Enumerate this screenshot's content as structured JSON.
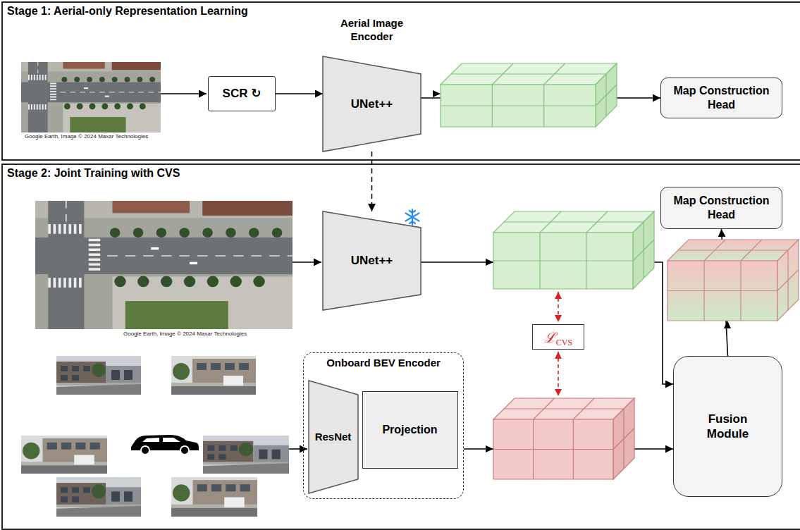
{
  "diagram": {
    "nodes": [
      {
        "text": [
          "Stage 1: Aerial-only Representation Learning"
        ]
      },
      {
        "text": [
          "SCR ↻"
        ],
        "in": 0
      },
      {
        "text": [
          "Aerial Image Encoder",
          "UNet++"
        ],
        "in": 0
      },
      {
        "text": [
          "Map Construction Head"
        ],
        "in": 0
      },
      {
        "text": [
          "Stage 2: Joint Training with CVS"
        ]
      },
      {
        "text": [
          "UNet++"
        ],
        "in": 4
      },
      {
        "text": [
          "ℒ",
          "CVS"
        ],
        "in": 4
      },
      {
        "text": [
          "Onboard BEV Encoder"
        ],
        "in": 4
      },
      {
        "text": [
          "ResNet"
        ],
        "in": 7
      },
      {
        "text": [
          "Projection"
        ],
        "in": 7
      },
      {
        "text": [
          "Fusion Module"
        ],
        "in": 4
      },
      {
        "text": [
          "Map Construction Head"
        ],
        "in": 4
      }
    ],
    "edges": [
      {
        "from": 1,
        "to": 2,
        "arrow": "to"
      },
      {
        "from": 2,
        "to": 5,
        "arrow": "to"
      },
      {
        "from": 2,
        "to": 3,
        "arrow": "to"
      },
      {
        "from": 5,
        "to": 10,
        "arrow": "to"
      },
      {
        "from": 7,
        "to": 10,
        "arrow": "to"
      },
      {
        "from": 10,
        "to": 11,
        "arrow": "to"
      }
    ],
    "labels": [
      "Google Earth, Image © 2024 Maxar Technologies",
      "Google Earth, Image © 2024 Maxar Technologies"
    ]
  }
}
